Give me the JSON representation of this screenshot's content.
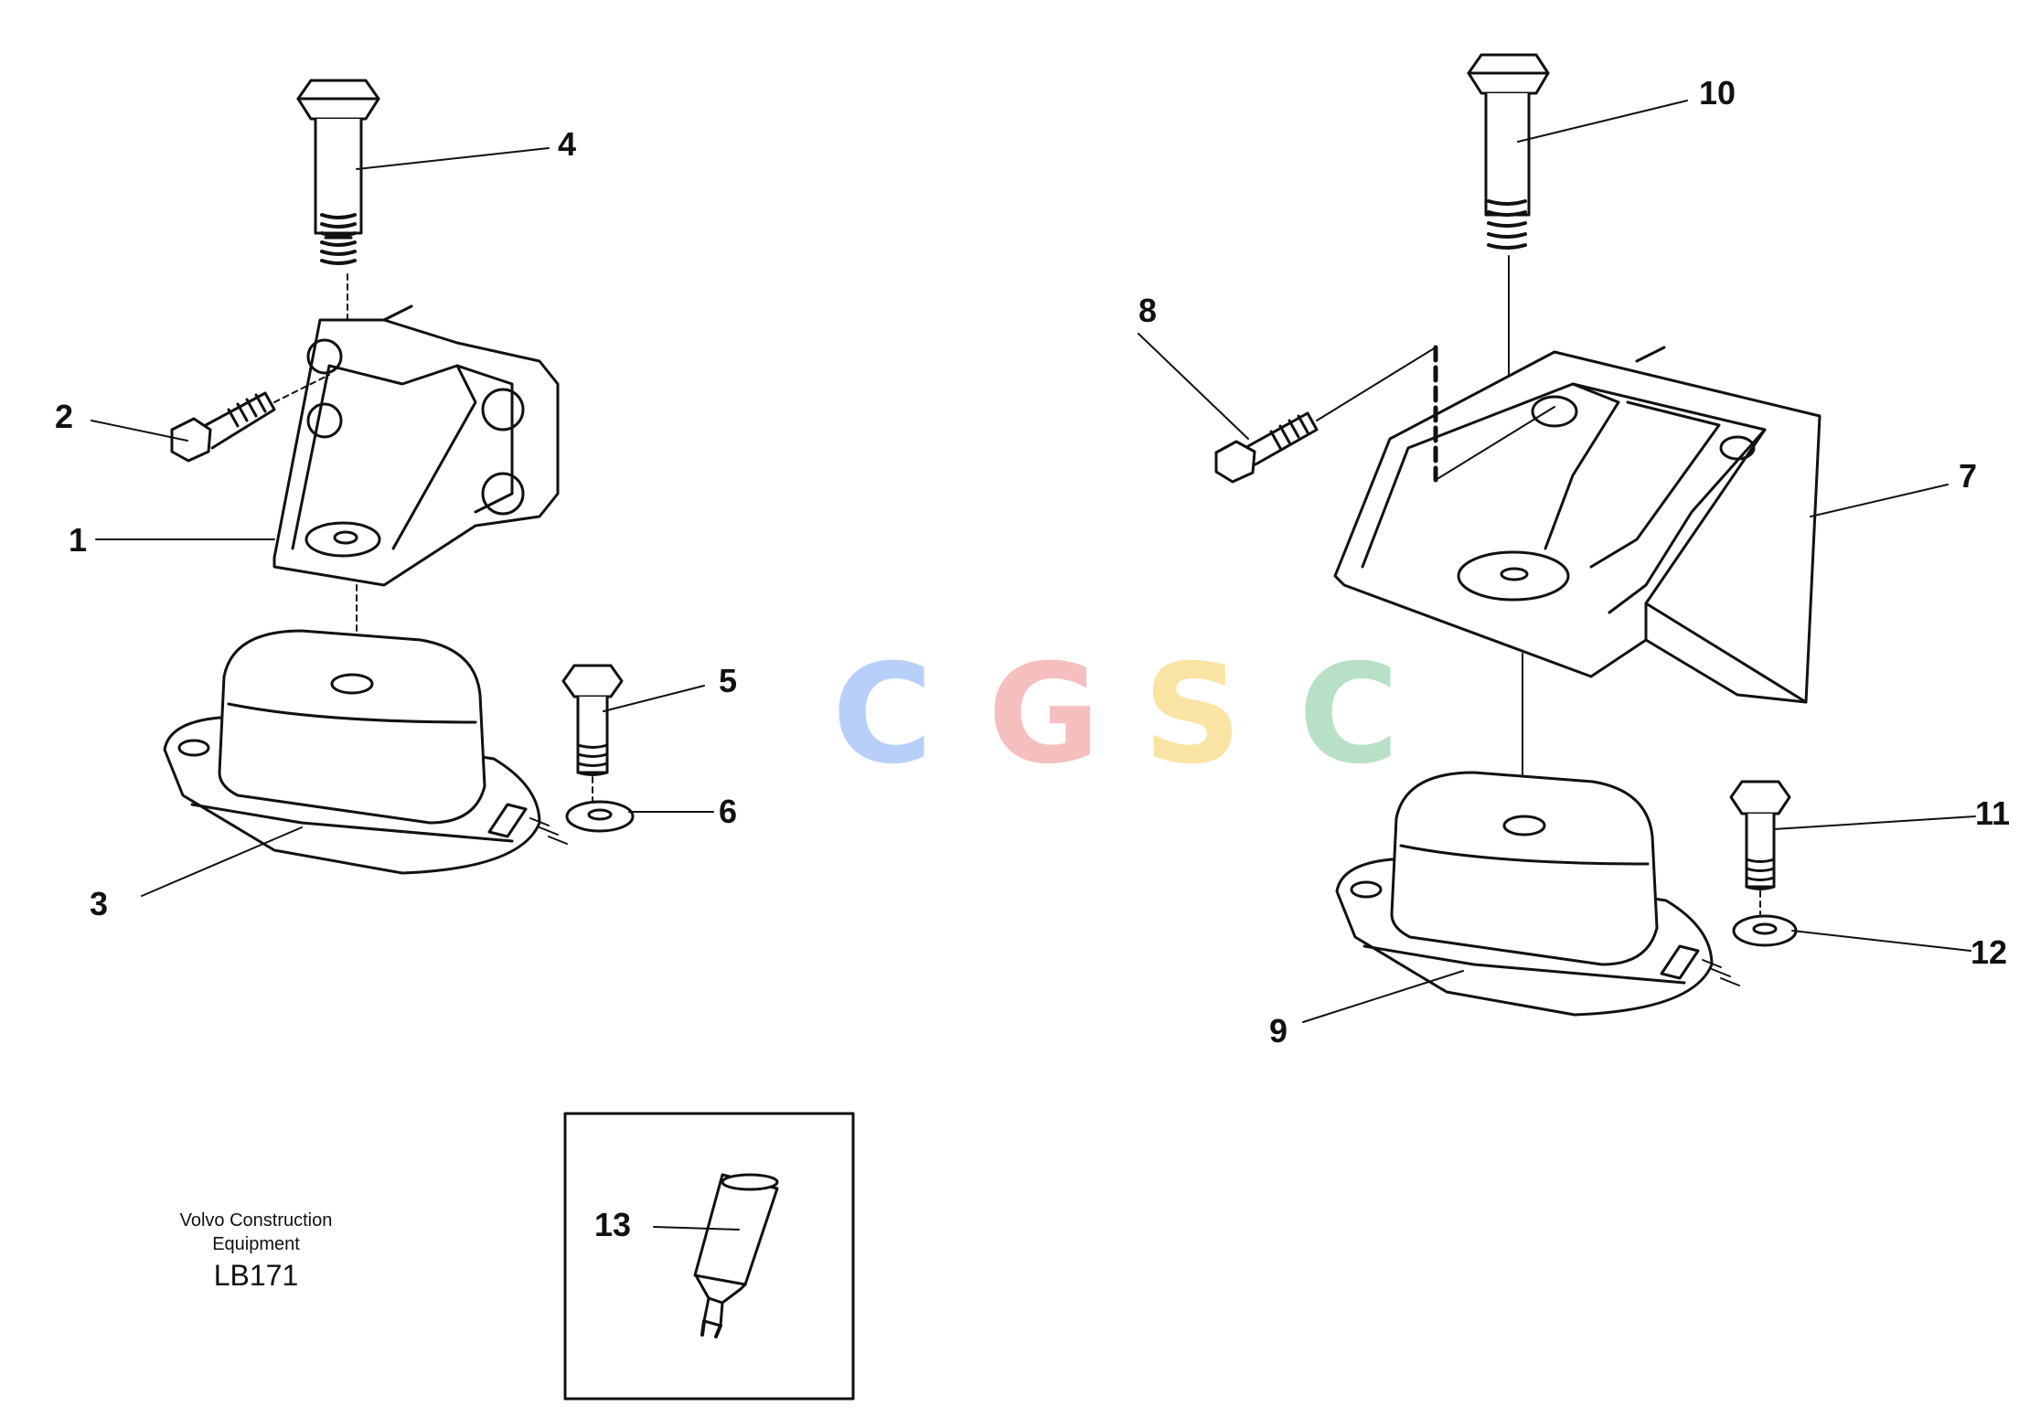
{
  "diagram": {
    "callouts": [
      {
        "id": "1",
        "label": "1"
      },
      {
        "id": "2",
        "label": "2"
      },
      {
        "id": "3",
        "label": "3"
      },
      {
        "id": "4",
        "label": "4"
      },
      {
        "id": "5",
        "label": "5"
      },
      {
        "id": "6",
        "label": "6"
      },
      {
        "id": "7",
        "label": "7"
      },
      {
        "id": "8",
        "label": "8"
      },
      {
        "id": "9",
        "label": "9"
      },
      {
        "id": "10",
        "label": "10"
      },
      {
        "id": "11",
        "label": "11"
      },
      {
        "id": "12",
        "label": "12"
      },
      {
        "id": "13",
        "label": "13"
      }
    ],
    "caption": {
      "line1": "Volvo Construction",
      "line2": "Equipment",
      "code": "LB171"
    },
    "watermark": {
      "text": "CGSC",
      "colors": [
        "#7faaf5",
        "#f08c8c",
        "#f5cf5a",
        "#7fc79a"
      ]
    }
  }
}
